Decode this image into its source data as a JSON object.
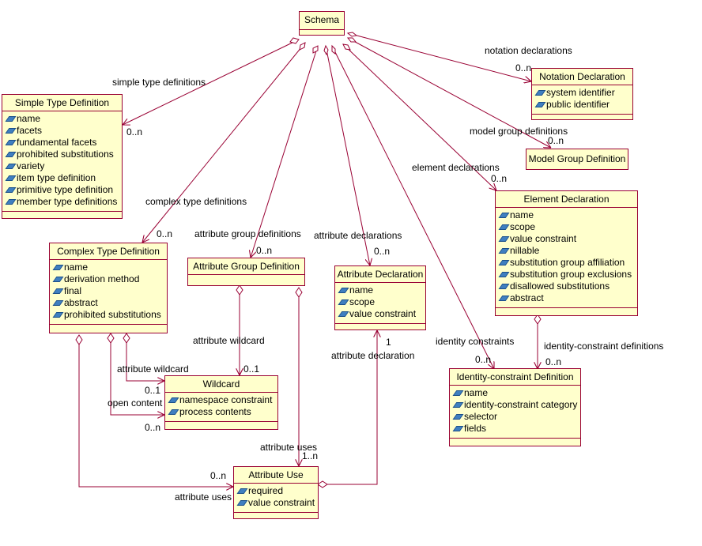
{
  "classes": {
    "schema": {
      "name": "Schema"
    },
    "simple_type": {
      "name": "Simple Type Definition",
      "attributes": [
        "name",
        "facets",
        "fundamental facets",
        "prohibited substitutions",
        "variety",
        "item type definition",
        "primitive type definition",
        "member type definitions"
      ]
    },
    "notation": {
      "name": "Notation Declaration",
      "attributes": [
        "system identifier",
        "public identifier"
      ]
    },
    "model_group": {
      "name": "Model Group Definition"
    },
    "element_decl": {
      "name": "Element Declaration",
      "attributes": [
        "name",
        "scope",
        "value constraint",
        "nillable",
        "substitution group affiliation",
        "substitution group exclusions",
        "disallowed substitutions",
        "abstract"
      ]
    },
    "complex_type": {
      "name": "Complex Type Definition",
      "attributes": [
        "name",
        "derivation method",
        "final",
        "abstract",
        "prohibited substitutions"
      ]
    },
    "attr_group": {
      "name": "Attribute Group Definition"
    },
    "attr_decl": {
      "name": "Attribute Declaration",
      "attributes": [
        "name",
        "scope",
        "value constraint"
      ]
    },
    "wildcard": {
      "name": "Wildcard",
      "attributes": [
        "namespace constraint",
        "process contents"
      ]
    },
    "identity": {
      "name": "Identity-constraint Definition",
      "attributes": [
        "name",
        "identity-constraint category",
        "selector",
        "fields"
      ]
    },
    "attr_use": {
      "name": "Attribute Use",
      "attributes": [
        "required",
        "value constraint"
      ]
    }
  },
  "labels": {
    "simple_type_defs": "simple type definitions",
    "notation_decls": "notation declarations",
    "model_group_defs": "model group definitions",
    "element_decls": "element declarations",
    "complex_type_defs": "complex type definitions",
    "attr_group_defs": "attribute group definitions",
    "attr_decls": "attribute declarations",
    "attr_wildcard_1": "attribute wildcard",
    "attr_wildcard_2": "attribute wildcard",
    "open_content": "open content",
    "attr_declaration": "attribute declaration",
    "identity_constraints": "identity constraints",
    "identity_constraint_defs": "identity-constraint definitions",
    "attr_uses_1": "attribute uses",
    "attr_uses_2": "attribute uses"
  },
  "multiplicities": {
    "m_simple": "0..n",
    "m_notation": "0..n",
    "m_model": "0..n",
    "m_element": "0..n",
    "m_complex": "0..n",
    "m_attrgroup": "0..n",
    "m_attrdecl": "0..n",
    "m_wild_ag": "0..1",
    "m_wild_ct": "0..1",
    "m_open": "0..n",
    "m_attrdecl_use": "1",
    "m_identity_schema": "0..n",
    "m_identity_elem": "0..n",
    "m_use_ag": "1..n",
    "m_use_ct": "0..n"
  },
  "colors": {
    "line": "#990033",
    "fill": "#ffffcc",
    "attr_icon": "#3f7fc0"
  }
}
